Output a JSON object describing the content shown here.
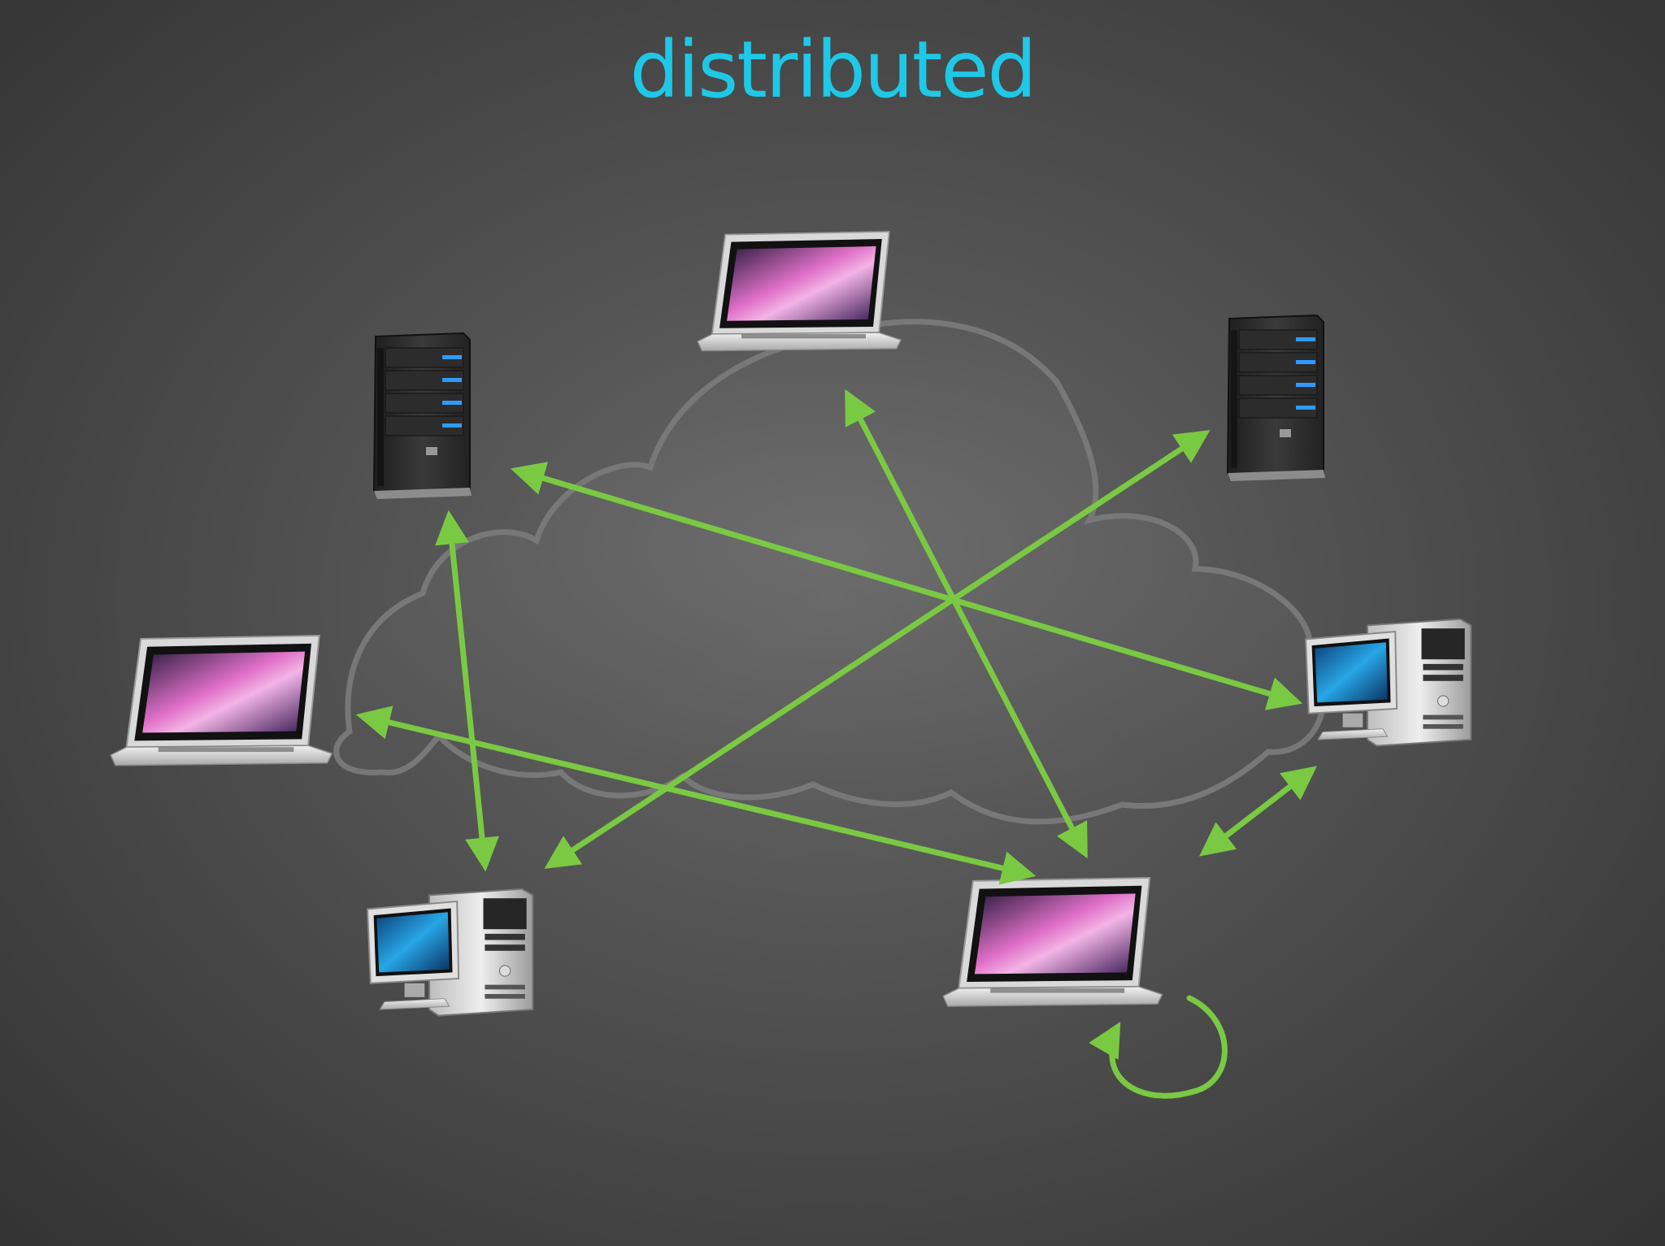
{
  "title": "distributed",
  "colors": {
    "title": "#1ec8e6",
    "arrow": "#7ac943",
    "cloud_fill": "#5f5f5f",
    "cloud_stroke": "#777777"
  },
  "nodes": [
    {
      "id": "laptop-top",
      "kind": "laptop"
    },
    {
      "id": "server-left",
      "kind": "server"
    },
    {
      "id": "server-right",
      "kind": "server"
    },
    {
      "id": "laptop-left",
      "kind": "laptop"
    },
    {
      "id": "desktop-right",
      "kind": "desktop"
    },
    {
      "id": "desktop-bottom-left",
      "kind": "desktop"
    },
    {
      "id": "laptop-bottom-right",
      "kind": "laptop"
    }
  ],
  "connections": [
    {
      "from": "server-left",
      "to": "desktop-right",
      "bidirectional": true
    },
    {
      "from": "laptop-top",
      "to": "laptop-bottom-right",
      "bidirectional": true
    },
    {
      "from": "server-right",
      "to": "desktop-bottom-left",
      "bidirectional": true
    },
    {
      "from": "server-left",
      "to": "desktop-bottom-left",
      "bidirectional": true
    },
    {
      "from": "laptop-left",
      "to": "laptop-bottom-right",
      "bidirectional": true
    },
    {
      "from": "desktop-right",
      "to": "laptop-bottom-right",
      "bidirectional": true
    },
    {
      "from": "laptop-bottom-right",
      "to": "laptop-bottom-right",
      "bidirectional": false
    }
  ]
}
